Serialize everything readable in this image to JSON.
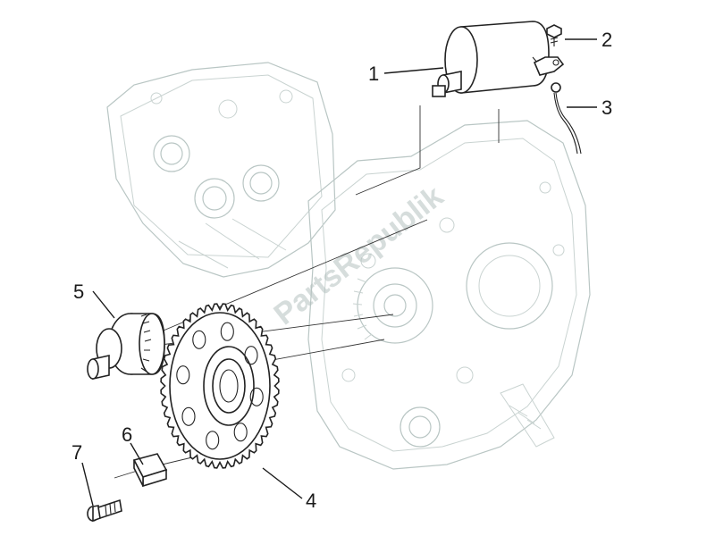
{
  "watermark": "PartsRepublik",
  "callouts": [
    {
      "number": "1",
      "part": "starter-motor"
    },
    {
      "number": "2",
      "part": "screw"
    },
    {
      "number": "3",
      "part": "cable"
    },
    {
      "number": "4",
      "part": "starter-gear"
    },
    {
      "number": "5",
      "part": "intermediate-gear"
    },
    {
      "number": "6",
      "part": "bushing"
    },
    {
      "number": "7",
      "part": "bolt"
    }
  ]
}
